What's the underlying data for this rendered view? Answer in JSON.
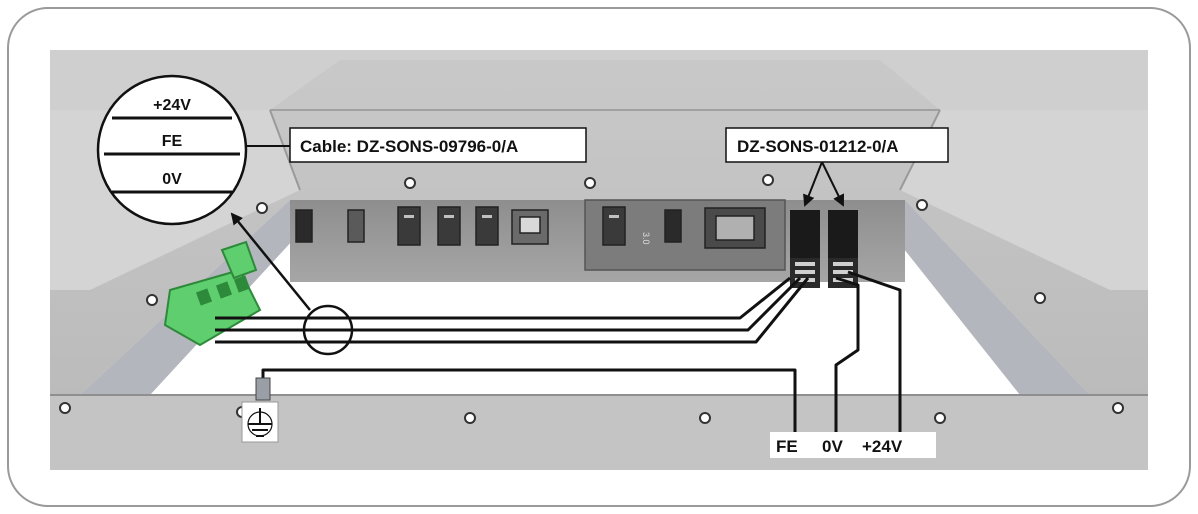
{
  "callout": {
    "cable_label": "Cable: DZ-SONS-09796-0/A",
    "pins": [
      "+24V",
      "FE",
      "0V"
    ]
  },
  "connector": {
    "part_label": "DZ-SONS-01212-0/A"
  },
  "wires": {
    "labels": [
      "FE",
      "0V",
      "+24V"
    ]
  },
  "panel": {
    "usb_port_text": "3.0",
    "ground_symbol": "ground-icon"
  }
}
